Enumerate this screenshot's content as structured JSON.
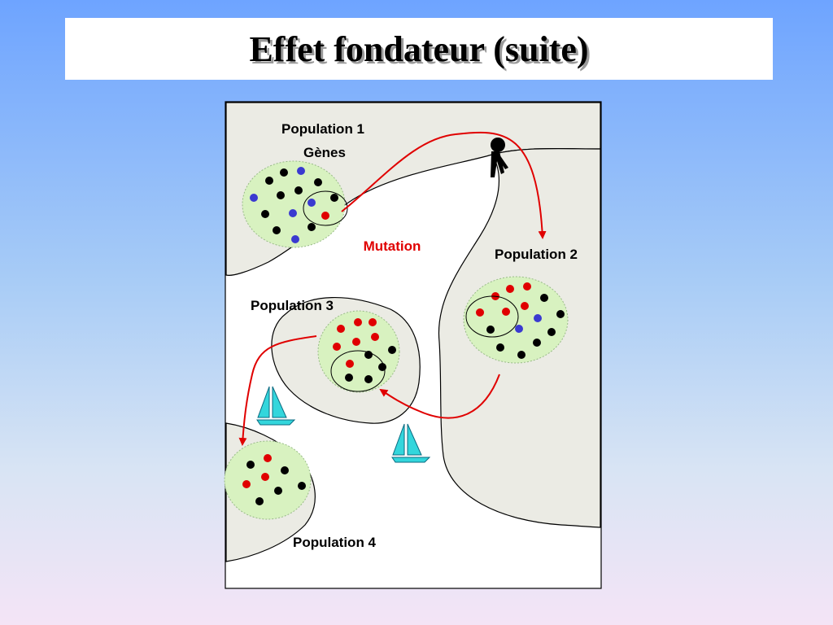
{
  "title": "Effet fondateur (suite)",
  "labels": {
    "population1": "Population 1",
    "genes": "Gènes",
    "population2": "Population 2",
    "population3": "Population 3",
    "population4": "Population 4",
    "mutation": "Mutation"
  },
  "colors": {
    "gene_black": "#000000",
    "gene_blue": "#3a3ad0",
    "gene_red": "#e00000",
    "population_fill": "#d8f2c0",
    "land_fill": "#ebebe4",
    "sea_fill": "#ffffff",
    "arrow": "#e00000",
    "sail": "#33d6dc"
  },
  "icons": [
    "walking-person-icon",
    "sailboat-icon"
  ]
}
